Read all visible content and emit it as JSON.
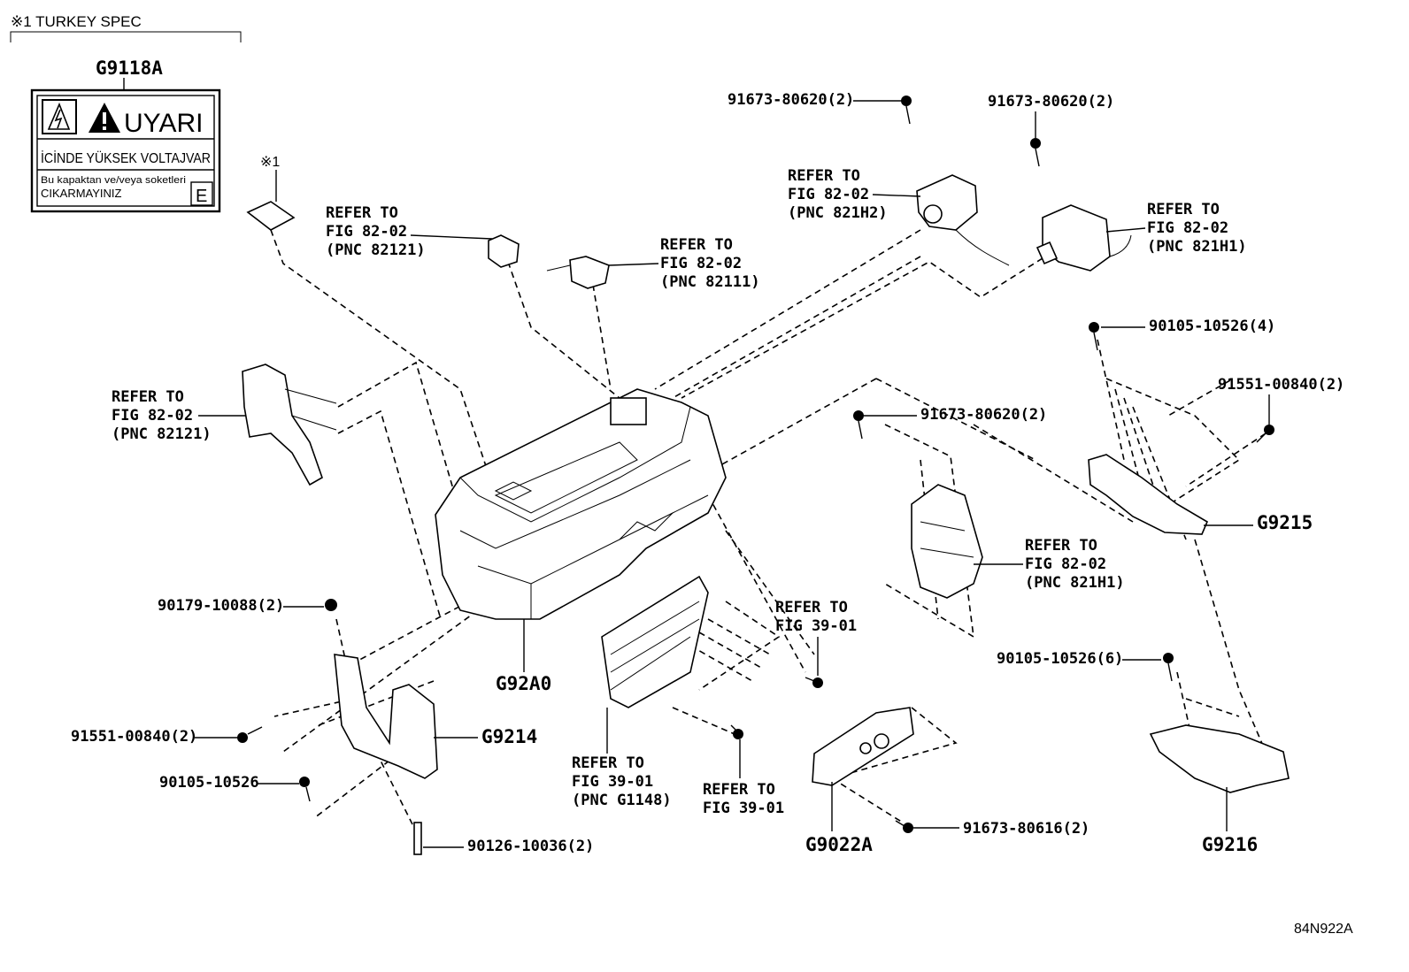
{
  "turkey_spec": {
    "header": "※1 TURKEY SPEC",
    "marker": "※1"
  },
  "warning_label": {
    "part_no": "G9118A",
    "title": "UYARI",
    "line1": "İCİNDE YÜKSEK VOLTAJVAR",
    "line2": "Bu kapaktan ve/veya soketleri",
    "line3": "CIKARMAYINIZ",
    "code": "E"
  },
  "callouts": {
    "c1": "91673-80620(2)",
    "c2": "91673-80620(2)",
    "c3": [
      "REFER TO",
      "FIG 82-02",
      "(PNC 821H2)"
    ],
    "c4": [
      "REFER TO",
      "FIG 82-02",
      "(PNC 821H1)"
    ],
    "c5": [
      "REFER TO",
      "FIG 82-02",
      "(PNC 82121)"
    ],
    "c6": [
      "REFER TO",
      "FIG 82-02",
      "(PNC 82111)"
    ],
    "c7": "90105-10526(4)",
    "c8": "91551-00840(2)",
    "c9": [
      "REFER TO",
      "FIG 82-02",
      "(PNC 82121)"
    ],
    "c10": "91673-80620(2)",
    "c11": "G9215",
    "c12": [
      "REFER TO",
      "FIG 82-02",
      "(PNC 821H1)"
    ],
    "c13": "90179-10088(2)",
    "c14": [
      "REFER TO",
      "FIG 39-01"
    ],
    "c15": "G92A0",
    "c16": "90105-10526(6)",
    "c17": "91551-00840(2)",
    "c18": "G9214",
    "c19": "90105-10526",
    "c20": [
      "REFER TO",
      "FIG 39-01",
      "(PNC G1148)"
    ],
    "c21": [
      "REFER TO",
      "FIG 39-01"
    ],
    "c22": "91673-80616(2)",
    "c23": "90126-10036(2)",
    "c24": "G9022A",
    "c25": "G9216"
  },
  "figure_code": "84N922A"
}
